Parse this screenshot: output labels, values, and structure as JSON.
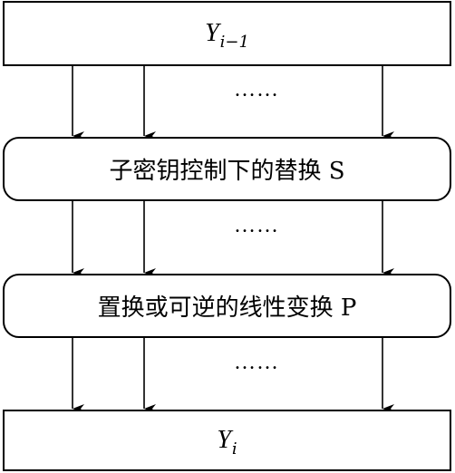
{
  "input_block": {
    "var": "Y",
    "subscript": "i−1"
  },
  "substitution_block": {
    "label": "子密钥控制下的替换 S"
  },
  "permutation_block": {
    "label": "置换或可逆的线性变换 P"
  },
  "output_block": {
    "var": "Y",
    "subscript": "i"
  },
  "ellipsis": [
    "……",
    "……",
    "……"
  ]
}
